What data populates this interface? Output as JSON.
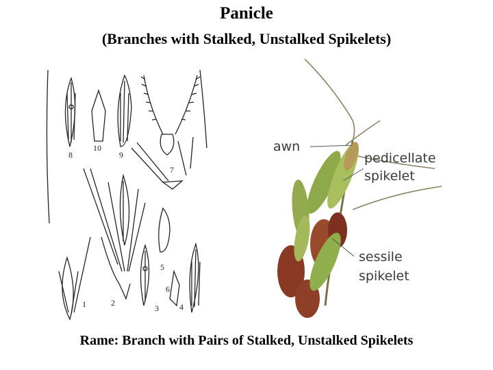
{
  "title": "Panicle",
  "subtitle": "(Branches with Stalked, Unstalked Spikelets)",
  "caption": "Rame: Branch with Pairs of Stalked, Unstalked Spikelets",
  "drawing": {
    "figure_numbers": [
      "8",
      "10",
      "9",
      "7",
      "5",
      "1",
      "2",
      "3",
      "6",
      "4"
    ]
  },
  "photo": {
    "labels": {
      "awn": "awn",
      "pedicellate_line1": "pedicellate",
      "pedicellate_line2": "spikelet",
      "sessile_line1": "sessile",
      "sessile_line2": "spikelet"
    }
  },
  "colors": {
    "text": "#000000",
    "label": "#3a3a3a",
    "spikelet_green": "#8ea94a",
    "spikelet_red": "#8a3a24",
    "awn": "#8b8060"
  }
}
